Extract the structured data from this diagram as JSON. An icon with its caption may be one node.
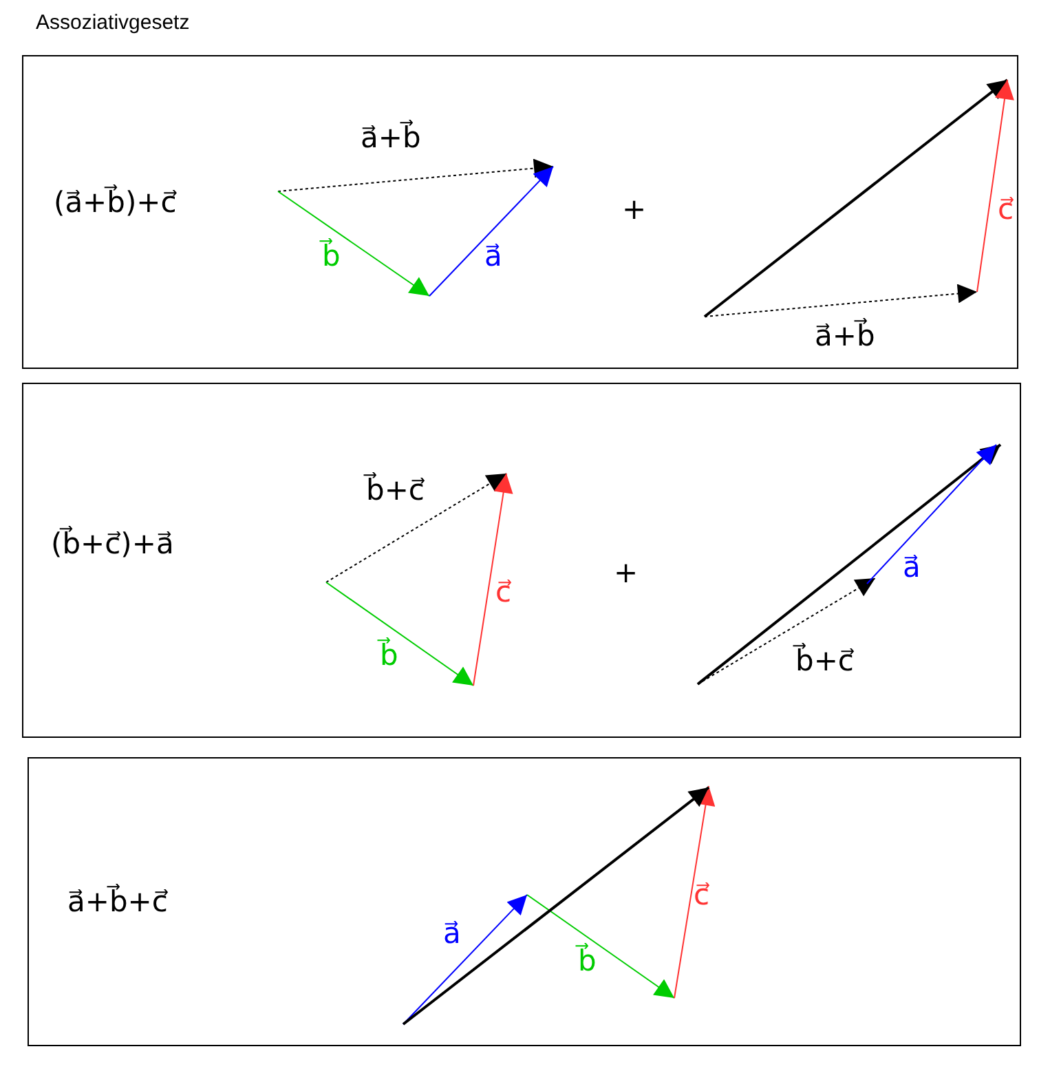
{
  "diagram": {
    "title": "Assoziativgesetz",
    "nodes": [
      {
        "text": [
          "(a⃗+b⃗)+c⃗"
        ]
      },
      {
        "text": [
          "(b⃗+c⃗)+a⃗"
        ]
      },
      {
        "text": [
          "a⃗+b⃗+c⃗"
        ]
      }
    ],
    "labels": [
      "a⃗+b⃗",
      "b⃗",
      "a⃗",
      "+",
      "c⃗",
      "a⃗+b⃗",
      "b⃗+c⃗",
      "c⃗",
      "b⃗",
      "+",
      "a⃗",
      "b⃗+c⃗",
      "c⃗",
      "a⃗",
      "b⃗"
    ]
  }
}
